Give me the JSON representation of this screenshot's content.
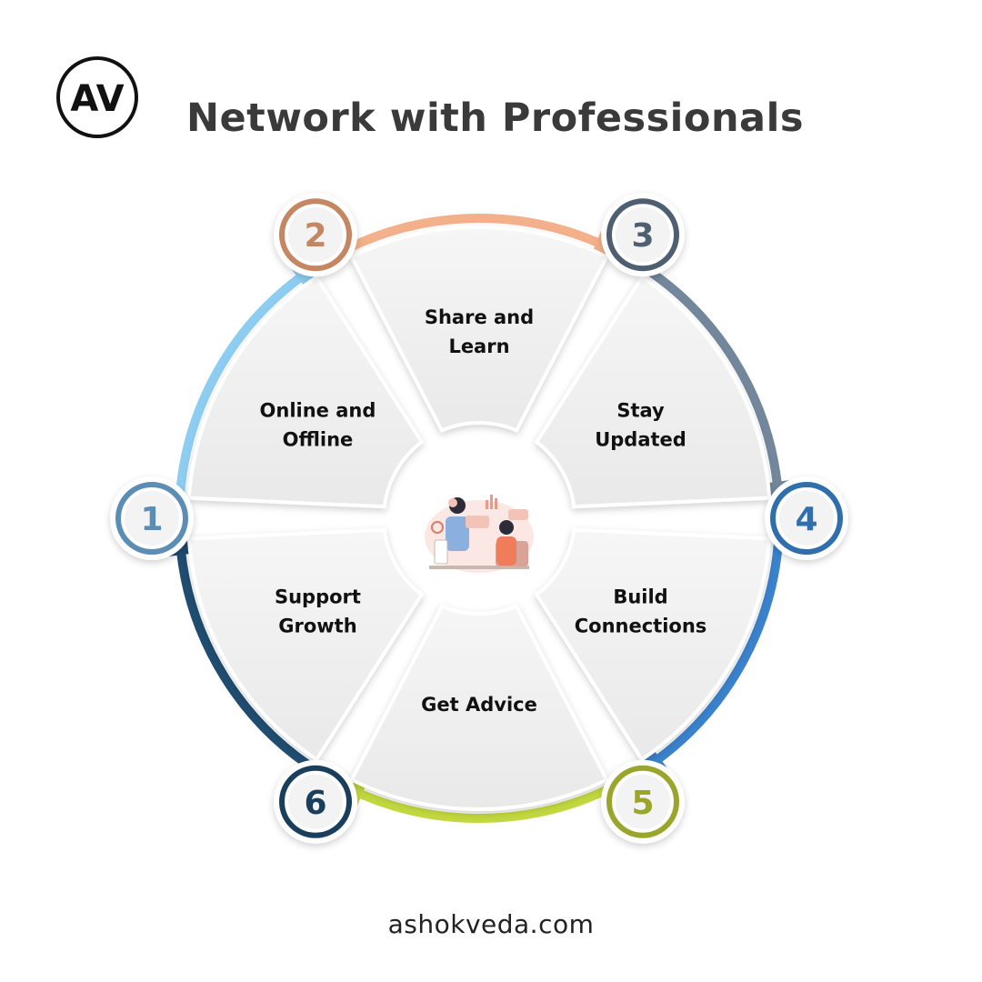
{
  "logo": {
    "text": "AV"
  },
  "title": "Network with Professionals",
  "footer": "ashokveda.com",
  "steps": [
    {
      "number": "1",
      "label_lines": [
        "Online and",
        "Offline"
      ],
      "color": "#8ecdf2",
      "ring": "#5b8db5"
    },
    {
      "number": "2",
      "label_lines": [
        "Share and",
        "Learn"
      ],
      "color": "#f4b08a",
      "ring": "#c58662"
    },
    {
      "number": "3",
      "label_lines": [
        "Stay",
        "Updated"
      ],
      "color": "#73879c",
      "ring": "#4e5f71"
    },
    {
      "number": "4",
      "label_lines": [
        "Build",
        "Connections"
      ],
      "color": "#3a82cc",
      "ring": "#2f6fad"
    },
    {
      "number": "5",
      "label_lines": [
        "Get Advice"
      ],
      "color": "#c3d83e",
      "ring": "#9aa52c"
    },
    {
      "number": "6",
      "label_lines": [
        "Support",
        "Growth"
      ],
      "color": "#1f4c6f",
      "ring": "#1a3f5c"
    }
  ]
}
